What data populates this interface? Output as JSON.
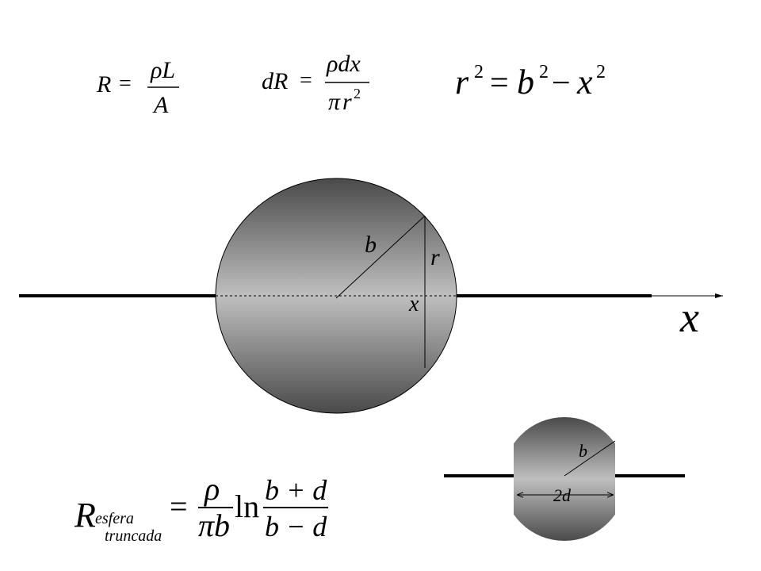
{
  "formulas": {
    "resistance": {
      "lhs": "R",
      "num": "ρL",
      "den": "A"
    },
    "differential": {
      "lhs": "dR",
      "num": "ρdx",
      "den_pi": "π",
      "den_var": "r",
      "den_exp": "2"
    },
    "pythagoras": {
      "r": "r",
      "r_exp": "2",
      "b": "b",
      "b_exp": "2",
      "x": "x",
      "x_exp": "2",
      "eq": "=",
      "minus": "−"
    },
    "truncated": {
      "R": "R",
      "sub1": "esfera",
      "sub2": "truncada",
      "eq": "=",
      "frac1_num": "ρ",
      "frac1_den": "πb",
      "ln": "ln",
      "frac2_num": "b + d",
      "frac2_den": "b − d"
    }
  },
  "sphere": {
    "radius_label": "b",
    "chord_label": "r",
    "axis_segment_label": "x",
    "axis_label": "x"
  },
  "truncated_sphere": {
    "radius_label": "b",
    "width_label": "2d"
  },
  "colors": {
    "gradient_dark": "#4a4a4a",
    "gradient_light": "#bfbfbf",
    "ink": "#000000"
  }
}
